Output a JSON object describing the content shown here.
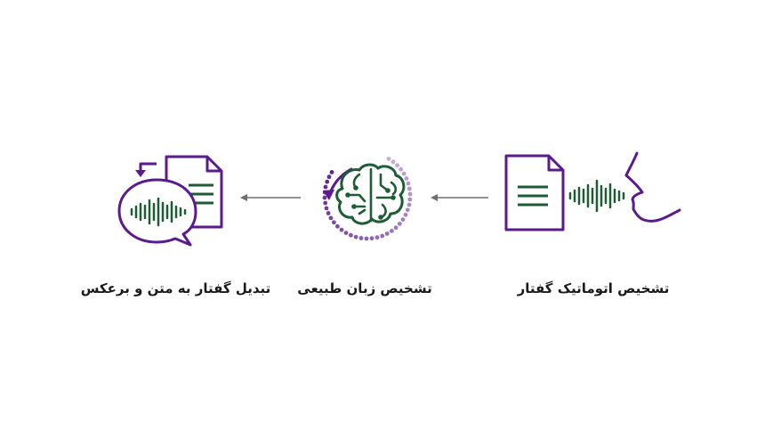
{
  "steps": [
    {
      "id": "asr",
      "label": "تشخیص اتوماتیک گفتار"
    },
    {
      "id": "nlp",
      "label": "تشخیص زبان طبیعی"
    },
    {
      "id": "tts",
      "label": "تبدیل گفتار به متن و برعکس"
    }
  ],
  "colors": {
    "purple": "#5b1a8e",
    "green": "#1e5c36",
    "arrow": "#6e6e6e",
    "light_purple": "#c9b4dc"
  },
  "icons": [
    "speech-document-icon",
    "ai-brain-icon",
    "speech-to-text-icon",
    "arrow-left-icon"
  ]
}
